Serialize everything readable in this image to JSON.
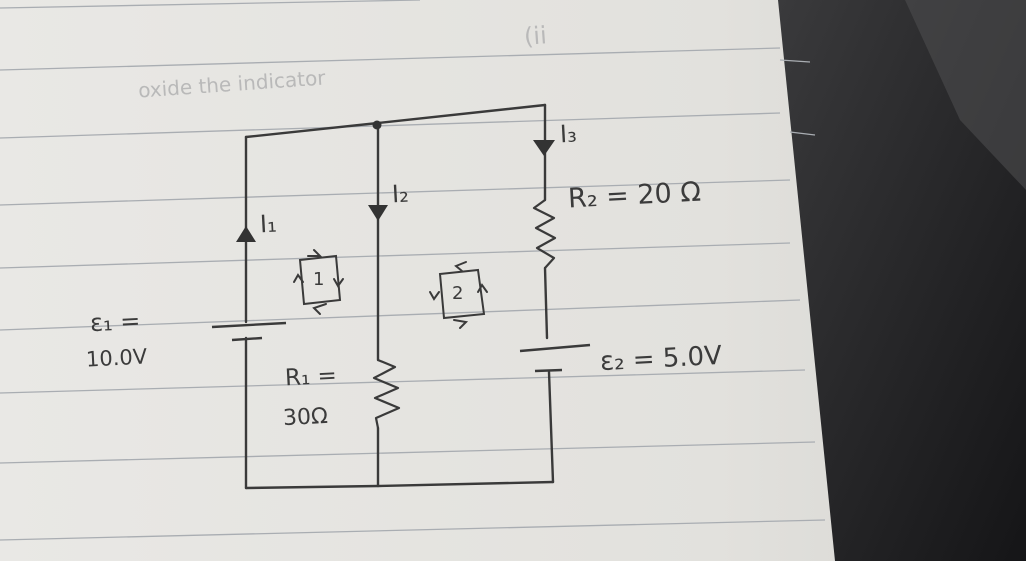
{
  "header": {
    "faint_text": "oxide the indicator",
    "corner_mark": "(ii"
  },
  "currents": {
    "i1": "I₁",
    "i2": "I₂",
    "i3": "I₃"
  },
  "loops": {
    "loop1": "1",
    "loop2": "2"
  },
  "sources": {
    "e1_symbol": "ε₁ =",
    "e1_value": "10.0V",
    "e2_label": "ε₂ = 5.0V"
  },
  "resistors": {
    "r1_symbol": "R₁ =",
    "r1_value": "30Ω",
    "r2_label": "R₂ = 20 Ω"
  },
  "colors": {
    "paper": "#e7e5e1",
    "ink": "#3a3a3a",
    "rule_line": "#9aa0a6",
    "shadow": "#1d1d1f"
  }
}
